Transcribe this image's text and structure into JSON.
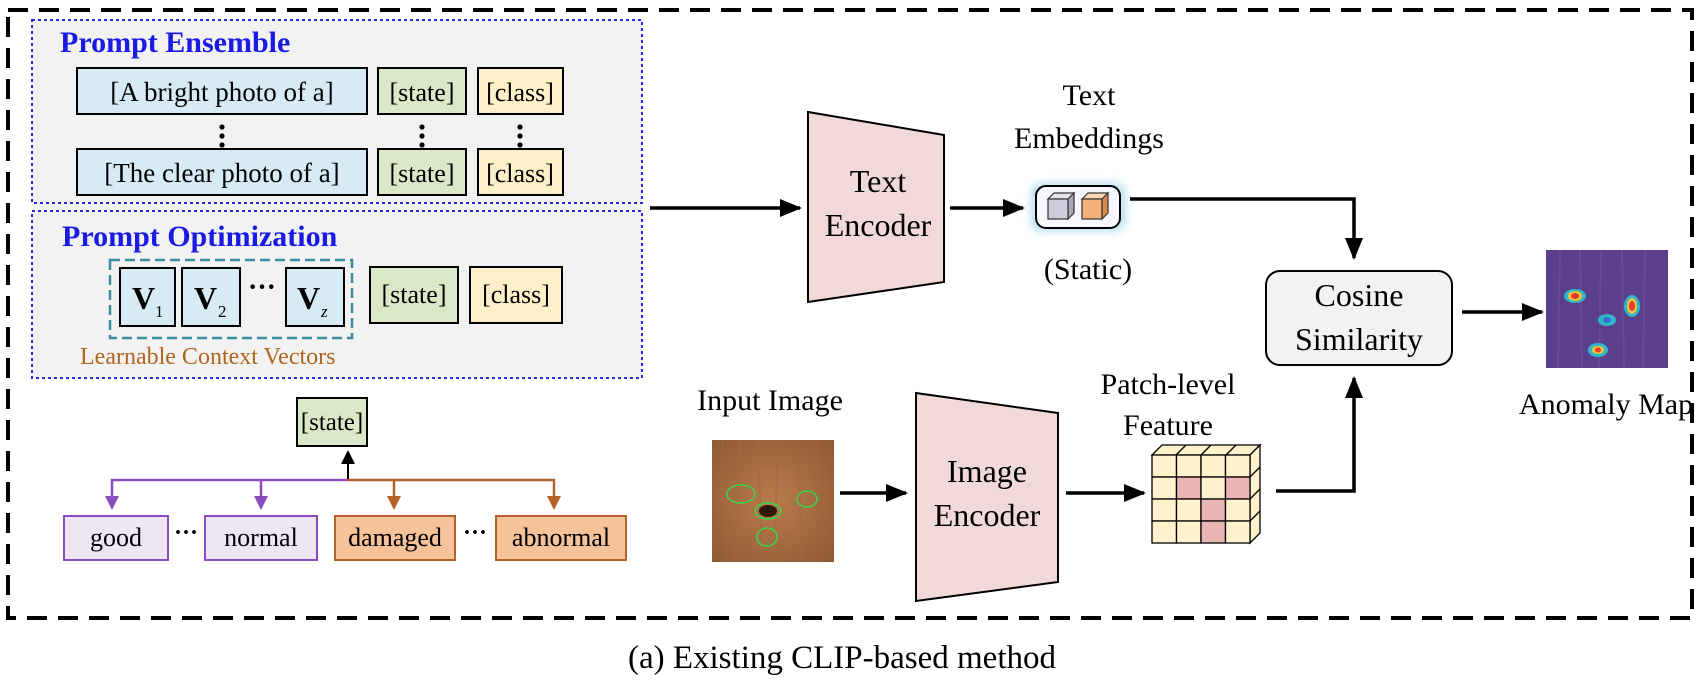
{
  "colors": {
    "blue_heading": "#1a1ae6",
    "prompt_box_fill": "#d6ebf5",
    "state_fill": "#dbe8c8",
    "class_fill": "#fdf0c8",
    "encoder_fill": "#f2d9d9",
    "normal_word_fill": "#efe6f5",
    "normal_word_stroke": "#8a4cbf",
    "abnormal_word_fill": "#f5c29a",
    "abnormal_word_stroke": "#b5622a",
    "learnable_text": "#b0651e",
    "panel_fill": "#f2f2f2"
  },
  "prompt_ensemble": {
    "heading": "Prompt Ensemble",
    "prompt1": "[A bright photo of a]",
    "prompt2": "[The clear photo of a]",
    "state": "[state]",
    "class": "[class]"
  },
  "prompt_optimization": {
    "heading": "Prompt Optimization",
    "v_letter": "V",
    "v1_sub": "1",
    "v2_sub": "2",
    "vz_sub": "z",
    "ellipsis": "···",
    "state": "[state]",
    "class": "[class]",
    "learnable_label": "Learnable Context Vectors"
  },
  "state_tree": {
    "root": "[state]",
    "words": [
      "good",
      "normal",
      "damaged",
      "abnormal"
    ],
    "ellipsis": "···"
  },
  "pipeline": {
    "text_encoder": [
      "Text",
      "Encoder"
    ],
    "text_embeddings": [
      "Text",
      "Embeddings"
    ],
    "static_label": "(Static)",
    "cosine": [
      "Cosine",
      "Similarity"
    ],
    "anomaly_map": "Anomaly Map",
    "input_image": "Input Image",
    "image_encoder": [
      "Image",
      "Encoder"
    ],
    "patch_feature": [
      "Patch-level",
      "Feature"
    ]
  },
  "caption": "(a) Existing CLIP-based method"
}
